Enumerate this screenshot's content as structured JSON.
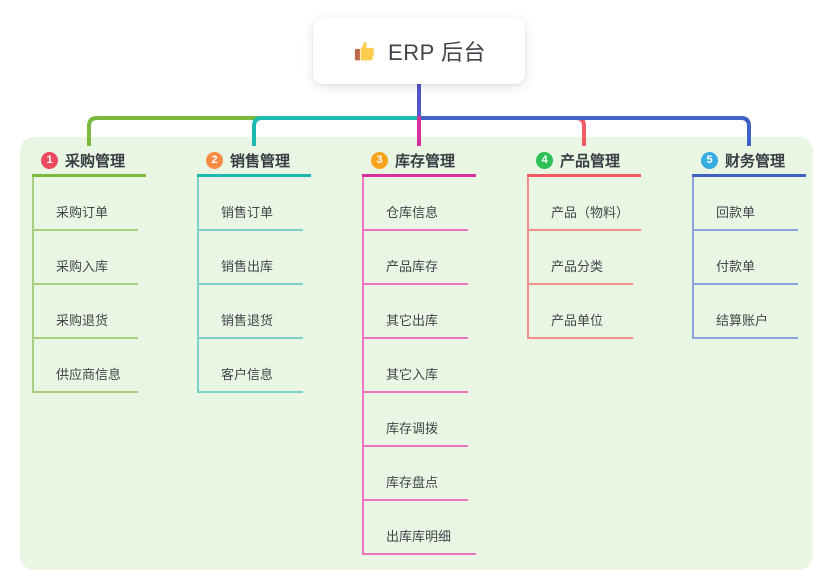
{
  "root": {
    "title": "ERP 后台",
    "icon": "thumbs-up-icon"
  },
  "colors": {
    "panel_bg": "#e8f6e3",
    "root_connector": "#5156c9",
    "root_text": "#3f434a",
    "thumb_hand": "#ffcc4d",
    "thumb_cuff": "#c1694f"
  },
  "branches": [
    {
      "num": "1",
      "title": "采购管理",
      "badge_color": "#ec4b5f",
      "line_color": "#7cb93f",
      "light_color": "#a6d07f",
      "items": [
        "采购订单",
        "采购入库",
        "采购退货",
        "供应商信息"
      ]
    },
    {
      "num": "2",
      "title": "销售管理",
      "badge_color": "#fb8b43",
      "line_color": "#1cb9b0",
      "light_color": "#7bd0c9",
      "items": [
        "销售订单",
        "销售出库",
        "销售退货",
        "客户信息"
      ]
    },
    {
      "num": "3",
      "title": "库存管理",
      "badge_color": "#faa41b",
      "line_color": "#d6309c",
      "light_color": "#ef76be",
      "items": [
        "仓库信息",
        "产品库存",
        "其它出库",
        "其它入库",
        "库存调拨",
        "库存盘点",
        "出库库明细"
      ]
    },
    {
      "num": "4",
      "title": "产品管理",
      "badge_color": "#2dc155",
      "line_color": "#f15a62",
      "light_color": "#f58e8e",
      "items": [
        "产品（物料）",
        "产品分类",
        "产品单位"
      ]
    },
    {
      "num": "5",
      "title": "财务管理",
      "badge_color": "#36ace0",
      "line_color": "#4061c6",
      "light_color": "#8ca3de",
      "items": [
        "回款单",
        "付款单",
        "结算账户"
      ]
    }
  ]
}
